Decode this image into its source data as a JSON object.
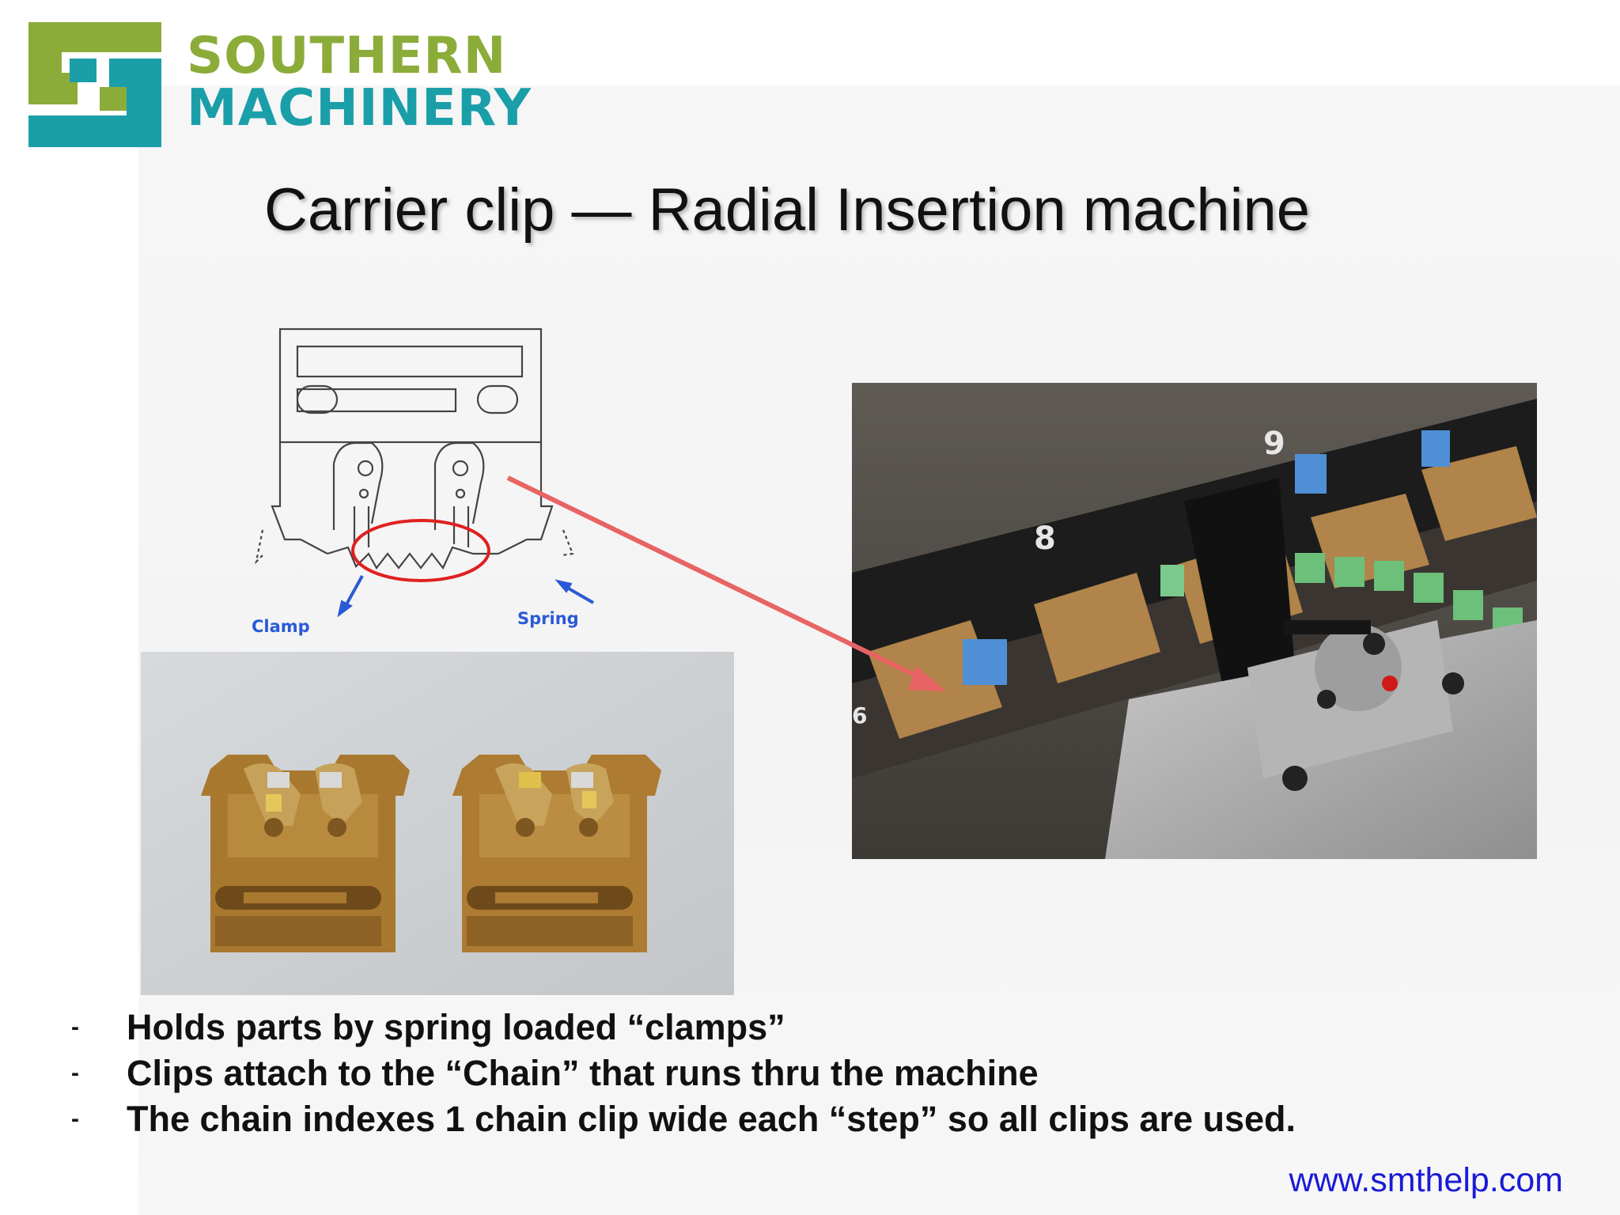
{
  "brand": {
    "line1": "SOUTHERN",
    "line2": "MACHINERY",
    "green": "#8cac3a",
    "teal": "#1a9fa9"
  },
  "slide": {
    "title": "Carrier clip — Radial Insertion machine"
  },
  "diagram": {
    "labels": {
      "clamp": "Clamp",
      "spring": "Spring"
    },
    "highlight_color": "#e02020",
    "arrow_color": "#2a5ad6",
    "callout_arrow_color": "#e86464"
  },
  "machine_photo": {
    "station_numbers": [
      "8",
      "9",
      "6"
    ]
  },
  "bullets": [
    "Holds parts by spring loaded “clamps”",
    "Clips attach to the “Chain” that runs thru the machine",
    "The chain indexes 1 chain clip wide each “step” so all clips are used."
  ],
  "bullet_marker": "-",
  "footer": {
    "url": "www.smthelp.com"
  }
}
